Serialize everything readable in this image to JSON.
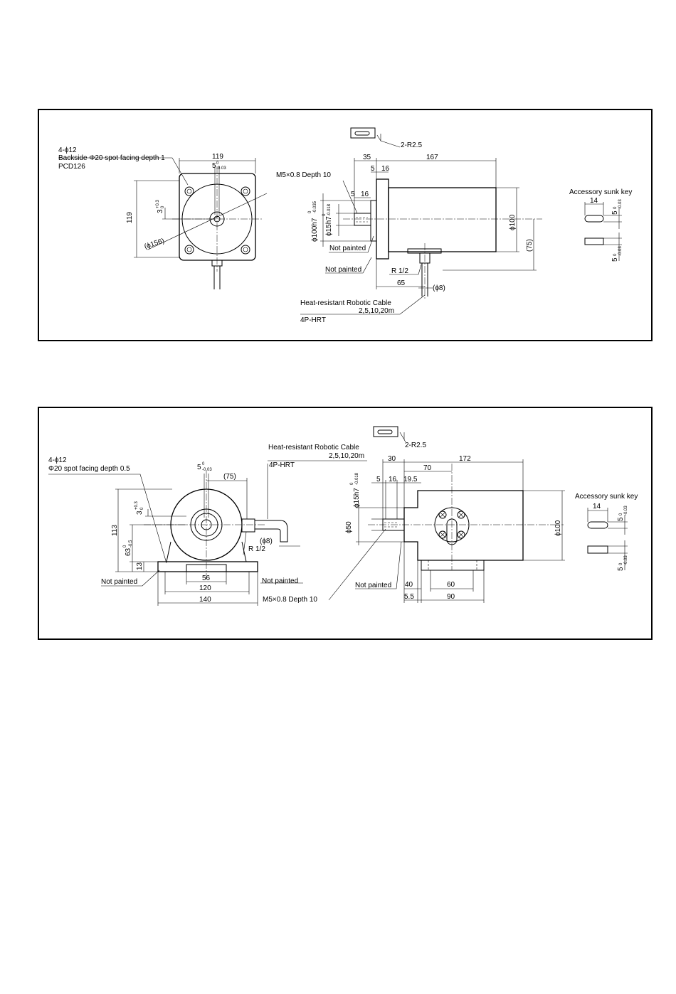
{
  "drawing_1": {
    "hole_note": "4-ϕ12",
    "spot_facing_note": "Backside Φ20 spot facing depth 1",
    "pcd_note": "PCD126",
    "width_dim": "119",
    "height_dim": "119",
    "key_dim": "5",
    "key_tol": "0",
    "key_tol_low": "-0.03",
    "shaft_offset_dim": "3",
    "shaft_offset_tol": "+0.3",
    "shaft_offset_tol_low": "0",
    "circle_dim": "(ϕ156)",
    "keyway_radius_note": "2-R2.5",
    "flange_len_dim": "35",
    "body_len_dim": "167",
    "step_dim_a": "5",
    "step_dim_b": "16",
    "tap_note": "M5×0.8 Depth 10",
    "spigot_dim": "ϕ100h7",
    "spigot_tol": "0",
    "spigot_tol_low": "-0.035",
    "shaft_dim": "ϕ15h7",
    "shaft_tol": "0",
    "shaft_tol_low": "-0.018",
    "body_dia_dim": "ϕ100",
    "cable_offset_dim": "(75)",
    "not_painted_1": "Not painted",
    "not_painted_2": "Not painted",
    "conduit_note": "R 1/2",
    "conduit_pos_dim": "65",
    "cable_dia_dim": "(ϕ8)",
    "cable_name": "Heat-resistant Robotic Cable",
    "cable_lengths": "2,5,10,20m",
    "cable_code": "4P-HRT",
    "sunk_key_title": "Accessory sunk key",
    "sunk_key_len": "14",
    "sunk_key_w": "5",
    "sunk_key_tol": "0",
    "sunk_key_tol_low": "-0.03",
    "sunk_key_h": "5",
    "sunk_key_h_tol": "0",
    "sunk_key_h_tol_low": "-0.03"
  },
  "drawing_2": {
    "hole_note": "4-ϕ12",
    "spot_facing_note": "Φ20 spot facing depth 0.5",
    "key_dim": "5",
    "key_tol": "0",
    "key_tol_low": "-0.03",
    "cable_offset_dim": "(75)",
    "cable_name": "Heat-resistant Robotic Cable",
    "cable_lengths": "2,5,10,20m",
    "cable_code": "4P-HRT",
    "keyway_radius_note": "2-R2.5",
    "height_dim": "113",
    "shaft_offset_dim": "3",
    "shaft_offset_tol": "+0.3",
    "shaft_offset_tol_low": "0",
    "center_height_dim": "63",
    "center_height_tol": "0",
    "center_height_tol_low": "-0.5",
    "base_thick_dim": "13",
    "cable_dia_dim": "(ϕ8)",
    "conduit_note": "R 1/2",
    "not_painted_1": "Not painted",
    "not_painted_2": "Not painted",
    "not_painted_3": "Not painted",
    "base_dim_56": "56",
    "base_dim_120": "120",
    "base_dim_140": "140",
    "tap_note": "M5×0.8 Depth 10",
    "flange_len_dim": "30",
    "body_len_dim": "172",
    "conduit_pos_dim": "70",
    "step_dim_a": "5",
    "step_dim_b": "16",
    "step_dim_c": "19.5",
    "shaft_dim": "ϕ15h7",
    "shaft_tol": "0",
    "shaft_tol_low": "-0.018",
    "spigot_dim": "ϕ50",
    "body_dia_dim": "ϕ100",
    "foot_dim_40": "40",
    "foot_dim_60": "60",
    "foot_dim_55": "5.5",
    "foot_dim_90": "90",
    "sunk_key_title": "Accessory sunk key",
    "sunk_key_len": "14",
    "sunk_key_w": "5",
    "sunk_key_tol": "0",
    "sunk_key_tol_low": "-0.03",
    "sunk_key_h": "5",
    "sunk_key_h_tol": "0",
    "sunk_key_h_tol_low": "-0.03"
  }
}
